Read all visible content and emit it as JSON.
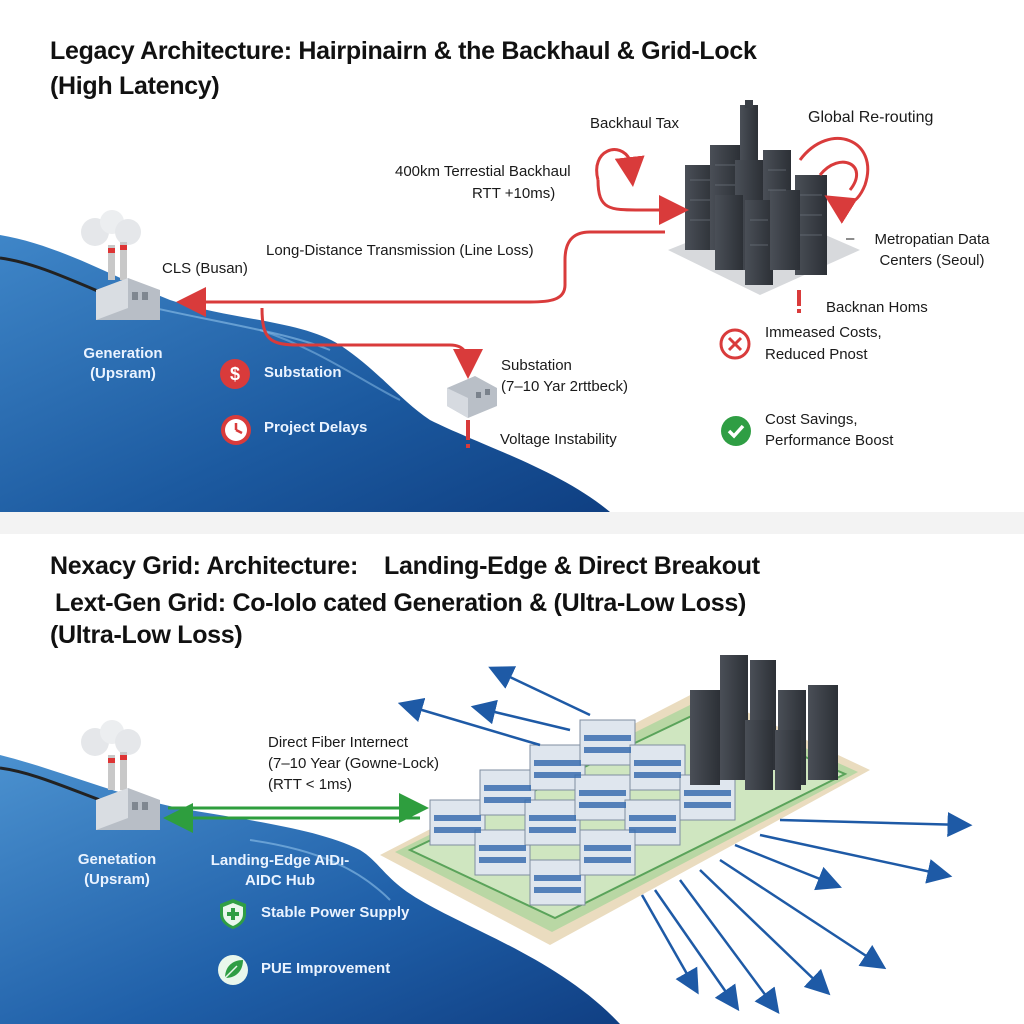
{
  "top": {
    "title_line1": "Legacy Architecture: Hairpinairn & the Backhaul & Grid-Lock",
    "title_line2": "(High Latency)",
    "backhaul_tax": "Backhaul Tax",
    "global_rerouting": "Global Re-routing",
    "terrestrial_line1": "400km Terrestial Backhaul",
    "terrestrial_line2": "RTT +10ms)",
    "long_distance": "Long-Distance Transmission (Line Loss)",
    "cls": "CLS (Busan)",
    "generation_line1": "Generation",
    "generation_line2": "(Upsram)",
    "metro_line1": "Metropatian Data",
    "metro_line2": "Centers (Seoul)",
    "backnan": "Backnan Homs",
    "increased_line1": "Immeased Costs,",
    "increased_line2": "Reduced Pnost",
    "substation_cost": "Substation",
    "project_delays": "Project Delays",
    "substation_line1": "Substation",
    "substation_line2": "(7–10  Yar 2rttbeck)",
    "voltage": "Voltage Instability",
    "savings_line1": "Cost Savings,",
    "savings_line2": "Performance Boost",
    "colors": {
      "sea": "#1f5fa8",
      "arrow": "#d93b3b",
      "check": "#2f9e44"
    }
  },
  "bottom": {
    "title_a": "Nexacy Grid: Architecture:",
    "title_b": "Landing-Edge & Direct Breakout",
    "title_line2": "Lext-Gen Grid: Co-lolo cated Generation & (Ultra-Low Loss)",
    "title_line3": "(Ultra-Low Loss)",
    "direct_line1": "Direct Fiber Internect",
    "direct_line2": "(7–10 Year (Gowne-Lock)",
    "direct_line3": "(RTT < 1ms)",
    "generation_line1": "Genetation",
    "generation_line2": "(Upsram)",
    "hub_line1": "Landing-Edge AIDı-",
    "hub_line2": "AIDC Hub",
    "stable_power": "Stable Power Supply",
    "pue": "PUE Improvement",
    "colors": {
      "arrow_green": "#2e9e3e",
      "arrow_blue": "#1e5aa6"
    }
  },
  "icons": [
    "dollar-icon",
    "clock-icon",
    "x-circle-icon",
    "check-circle-icon",
    "exclamation-icon",
    "shield-icon",
    "leaf-icon",
    "factory-icon",
    "substation-icon",
    "city-icon"
  ]
}
